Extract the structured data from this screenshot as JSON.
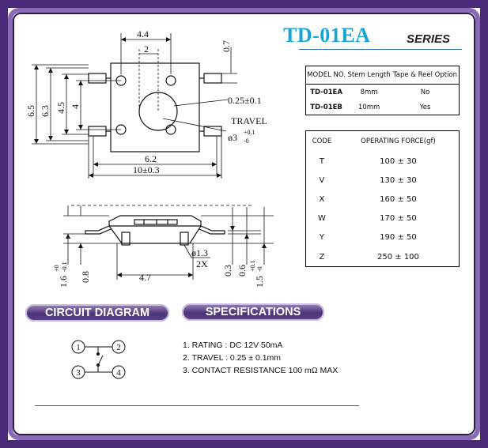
{
  "header": {
    "title": "TD-01EA",
    "series": "SERIES"
  },
  "top_view": {
    "dims": [
      "4.4",
      "2",
      "0.7",
      "6.5",
      "6.3",
      "4.5",
      "4",
      "0.25±0.1",
      "TRAVEL",
      "ø3",
      "+0.1",
      "-0",
      "6.2",
      "10±0.3"
    ]
  },
  "side_view": {
    "dims": [
      "ø1.3",
      "2X",
      "1.6",
      "+0",
      "-0.1",
      "0.8",
      "4.7",
      "0.3",
      "0.6",
      "1.5",
      "+0.1",
      "-0"
    ]
  },
  "model_table": {
    "headers": [
      "MODEL NO.",
      "Stem Length",
      "Tape & Reel Option"
    ],
    "rows": [
      [
        "TD-01EA",
        "8mm",
        "No"
      ],
      [
        "TD-01EB",
        "10mm",
        "Yes"
      ]
    ]
  },
  "force_table": {
    "headers": [
      "CODE",
      "OPERATING FORCE(gf)"
    ],
    "rows": [
      [
        "T",
        "100 ± 30"
      ],
      [
        "V",
        "130 ± 30"
      ],
      [
        "X",
        "160 ± 50"
      ],
      [
        "W",
        "170 ± 50"
      ],
      [
        "Y",
        "190 ± 50"
      ],
      [
        "Z",
        "250 ± 100"
      ]
    ]
  },
  "sections": {
    "circuit": "CIRCUIT DIAGRAM",
    "specs": "SPECIFICATIONS"
  },
  "circuit": {
    "pins": [
      "1",
      "2",
      "3",
      "4"
    ]
  },
  "specs": [
    "1. RATING : DC 12V  50mA",
    "2. TRAVEL :  0.25 ± 0.1mm",
    "3. CONTACT  RESISTANCE 100 mΩ MAX"
  ],
  "colors": {
    "frame": "#4a2a78",
    "title": "#1aa3d6",
    "pill": "#4d3478"
  }
}
